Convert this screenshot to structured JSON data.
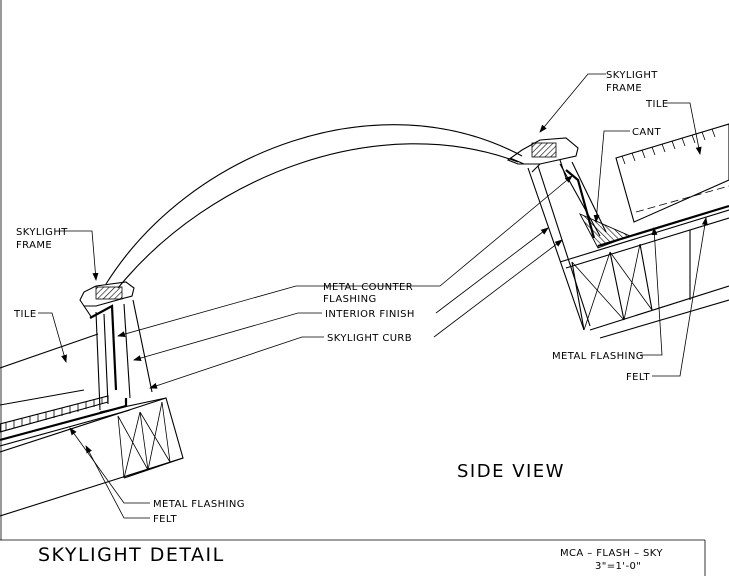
{
  "labels": {
    "skylight_frame_right_1": "SKYLIGHT",
    "skylight_frame_right_2": "FRAME",
    "tile_right": "TILE",
    "cant": "CANT",
    "skylight_frame_left_1": "SKYLIGHT",
    "skylight_frame_left_2": "FRAME",
    "tile_left": "TILE",
    "metal_counter_flashing_1": "METAL COUNTER",
    "metal_counter_flashing_2": "FLASHING",
    "interior_finish": "INTERIOR FINISH",
    "skylight_curb": "SKYLIGHT CURB",
    "metal_flashing_right": "METAL FLASHING",
    "felt_right": "FELT",
    "metal_flashing_left": "METAL FLASHING",
    "felt_left": "FELT",
    "side_view": "SIDE VIEW"
  },
  "title_block": {
    "title": "SKYLIGHT DETAIL",
    "code": "MCA – FLASH – SKY",
    "scale": "3\"=1'-0\""
  },
  "colors": {
    "line": "#000000",
    "background": "#ffffff"
  }
}
